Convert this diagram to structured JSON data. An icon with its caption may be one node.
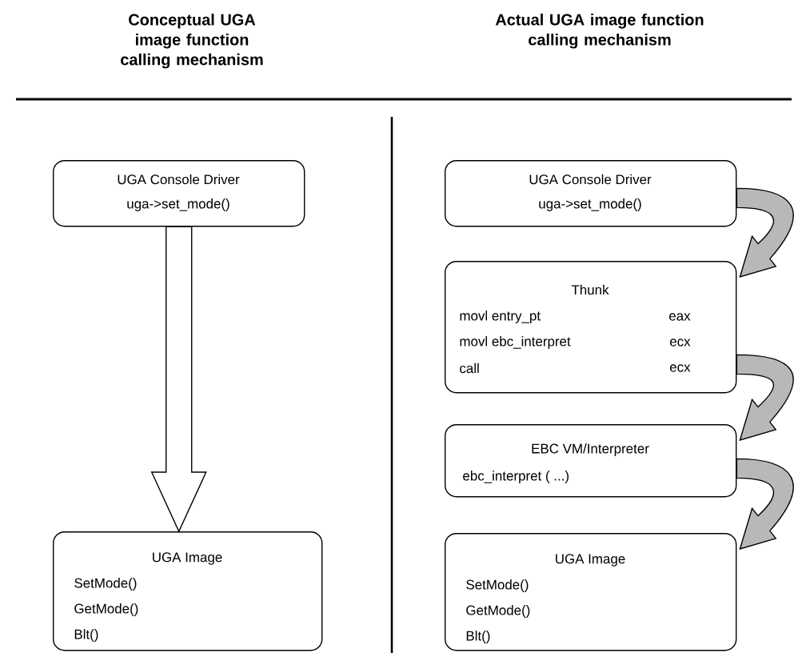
{
  "diagram": {
    "nodes": [
      {
        "text": [
          "UGA Console Driver",
          "uga->set_mode()"
        ]
      },
      {
        "text": [
          "UGA Image",
          "SetMode()",
          "GetMode()",
          "Blt()"
        ]
      },
      {
        "text": [
          "UGA Console Driver",
          "uga->set_mode()"
        ]
      },
      {
        "text": [
          "Thunk",
          "movl entry_pt",
          "eax",
          "movl ebc_interpret",
          "ecx",
          "call",
          "ecx"
        ]
      },
      {
        "text": [
          "EBC VM/Interpreter",
          "ebc_interpret ( ...)"
        ]
      },
      {
        "text": [
          "UGA Image",
          "SetMode()",
          "GetMode()",
          "Blt()"
        ]
      }
    ],
    "edges": [
      {
        "from": 0,
        "to": 1,
        "arrow": "to"
      },
      {
        "from": 2,
        "to": 3,
        "arrow": "to"
      },
      {
        "from": 3,
        "to": 4,
        "arrow": "to"
      },
      {
        "from": 4,
        "to": 5,
        "arrow": "to"
      }
    ],
    "labels": [
      "Conceptual UGA image function calling mechanism",
      "Actual UGA image function calling mechanism"
    ]
  }
}
